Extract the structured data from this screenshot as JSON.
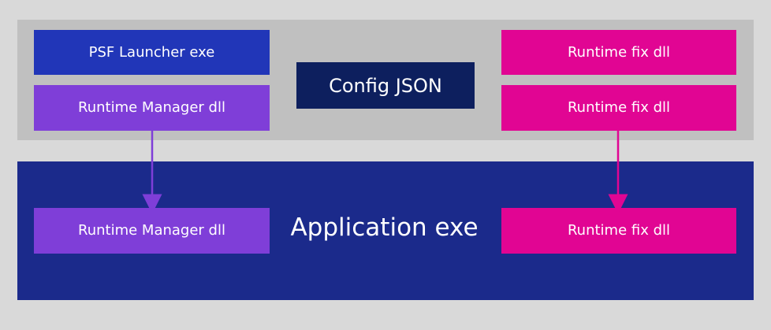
{
  "diagram": {
    "top_left": {
      "launcher": "PSF Launcher exe",
      "manager": "Runtime Manager dll"
    },
    "top_center": {
      "config": "Config JSON"
    },
    "top_right": {
      "fix_1": "Runtime fix dll",
      "fix_2": "Runtime fix dll"
    },
    "bottom": {
      "application": "Application exe",
      "manager": "Runtime Manager dll",
      "fix": "Runtime fix dll"
    },
    "colors": {
      "outer_background": "#d9d9d9",
      "top_panel": "#c0c0c0",
      "application_panel": "#1b2a8b",
      "launcher": "#2136b8",
      "runtime_manager": "#7f3ed8",
      "config": "#0d1f5e",
      "runtime_fix": "#e10593",
      "text": "#ffffff"
    }
  }
}
